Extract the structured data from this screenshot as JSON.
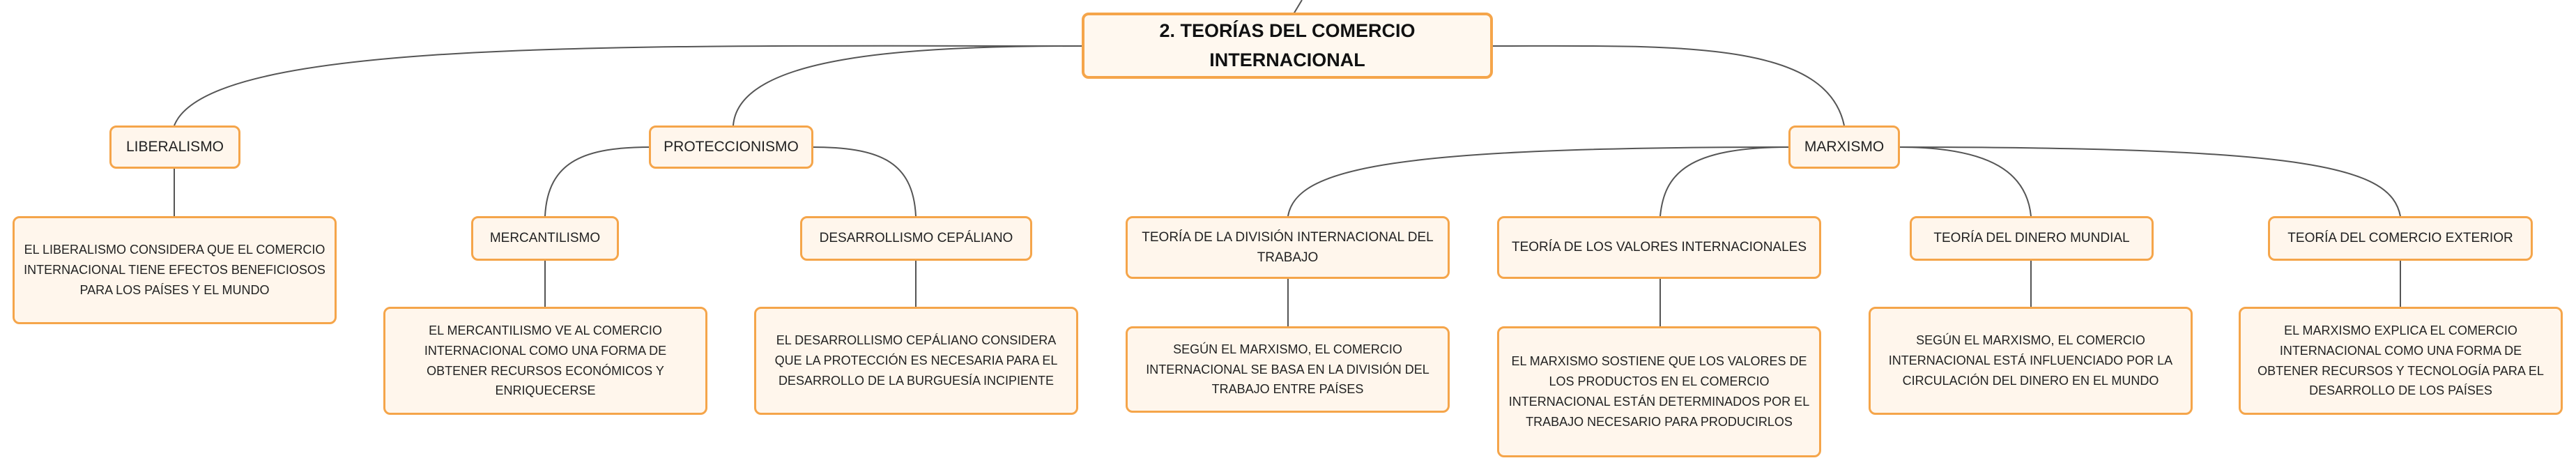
{
  "diagram": {
    "root": "2. TEORÍAS DEL COMERCIO INTERNACIONAL",
    "liberalismo": {
      "label": "LIBERALISMO",
      "desc": "EL LIBERALISMO CONSIDERA QUE EL COMERCIO INTERNACIONAL TIENE EFECTOS BENEFICIOSOS PARA LOS PAÍSES Y EL MUNDO"
    },
    "proteccionismo": {
      "label": "PROTECCIONISMO",
      "mercantilismo": {
        "label": "MERCANTILISMO",
        "desc": "EL MERCANTILISMO VE AL COMERCIO INTERNACIONAL COMO UNA FORMA DE OBTENER RECURSOS ECONÓMICOS Y ENRIQUECERSE"
      },
      "desarrollismo": {
        "label": "DESARROLLISMO CEPÁLIANO",
        "desc": "EL DESARROLLISMO CEPÁLIANO CONSIDERA QUE LA PROTECCIÓN ES NECESARIA PARA EL DESARROLLO DE LA BURGUESÍA INCIPIENTE"
      }
    },
    "marxismo": {
      "label": "MARXISMO",
      "division": {
        "label": "TEORÍA DE LA DIVISIÓN INTERNACIONAL DEL TRABAJO",
        "desc": "SEGÚN EL MARXISMO, EL COMERCIO INTERNACIONAL SE BASA EN LA DIVISIÓN DEL TRABAJO ENTRE PAÍSES"
      },
      "valores": {
        "label": "TEORÍA DE LOS VALORES INTERNACIONALES",
        "desc": "EL MARXISMO SOSTIENE QUE LOS VALORES DE LOS PRODUCTOS EN EL COMERCIO INTERNACIONAL ESTÁN DETERMINADOS POR EL TRABAJO NECESARIO PARA PRODUCIRLOS"
      },
      "dinero": {
        "label": "TEORÍA DEL DINERO MUNDIAL",
        "desc": "SEGÚN EL MARXISMO, EL COMERCIO INTERNACIONAL ESTÁ INFLUENCIADO POR LA CIRCULACIÓN DEL DINERO EN EL MUNDO"
      },
      "exterior": {
        "label": "TEORÍA DEL COMERCIO EXTERIOR",
        "desc": "EL MARXISMO EXPLICA EL COMERCIO INTERNACIONAL COMO UNA FORMA DE OBTENER RECURSOS Y TECNOLOGÍA PARA EL DESARROLLO DE LOS PAÍSES"
      }
    }
  }
}
